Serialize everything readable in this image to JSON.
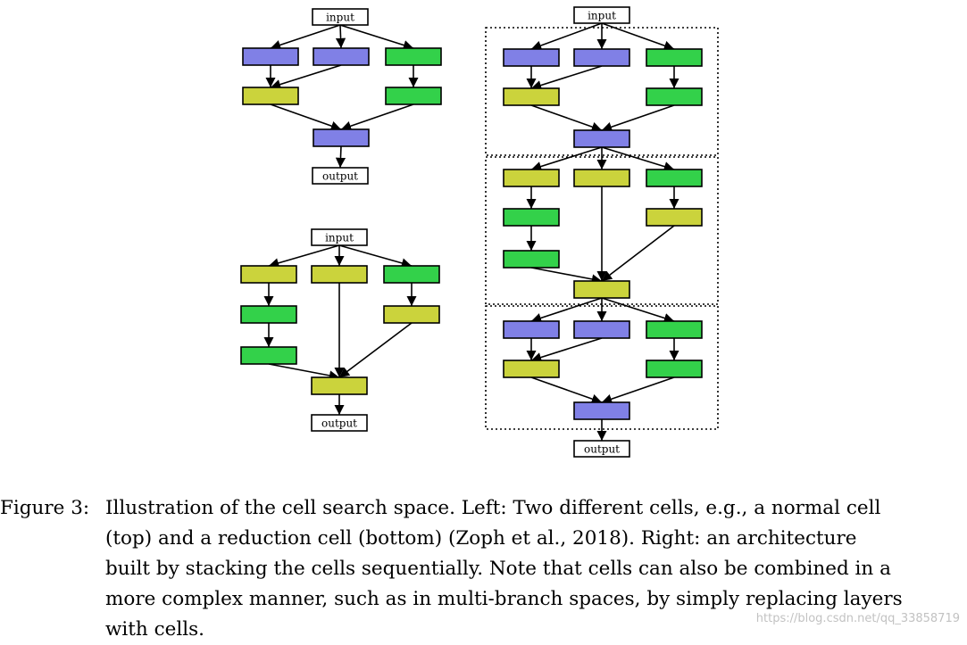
{
  "colors": {
    "conv_a": "#8080e6",
    "conv_b": "#33d14a",
    "conv_c": "#cbd33c",
    "stroke": "#000000"
  },
  "node_labels": {
    "input": "input",
    "output": "output"
  },
  "caption": {
    "figure_label": "Figure 3:",
    "lines": [
      "Illustration of the cell search space.  Left: Two different cells, e.g., a normal cell",
      "(top) and a reduction cell (bottom) (Zoph et al., 2018).  Right: an architecture",
      "built by stacking the cells sequentially. Note that cells can also be combined in a",
      "more complex manner, such as in multi-branch spaces, by simply replacing layers",
      "with cells."
    ]
  },
  "watermark": "https://blog.csdn.net/qq_33858719"
}
